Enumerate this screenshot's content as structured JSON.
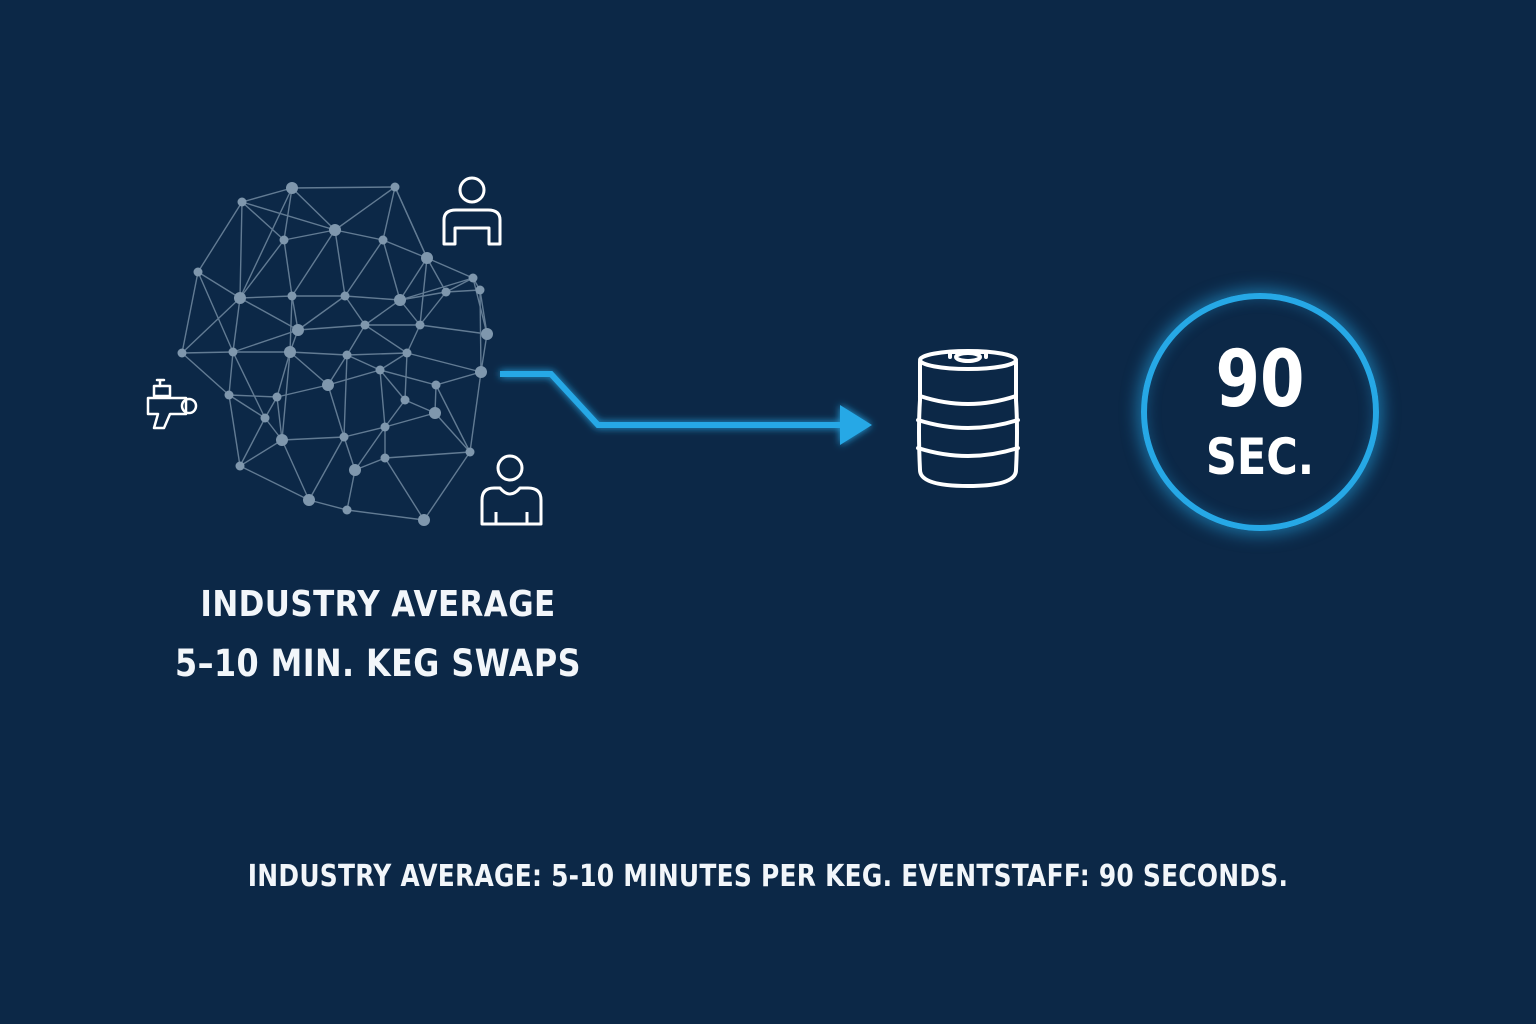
{
  "industry": {
    "line1": "INDUSTRY AVERAGE",
    "line2": "5–10 MIN. KEG SWAPS"
  },
  "badge": {
    "value": "90",
    "unit": "SEC."
  },
  "caption": "INDUSTRY AVERAGE: 5-10 MINUTES PER KEG. EVENTSTAFF: 90 SECONDS.",
  "icons": [
    "network-icon",
    "beer-tap-icon",
    "person-icon",
    "keg-icon",
    "arrow-icon",
    "timer-circle"
  ],
  "colors": {
    "background": "#0c2847",
    "accent": "#26a8e6",
    "network": "#7f97ad",
    "text": "#f2f6fa"
  }
}
